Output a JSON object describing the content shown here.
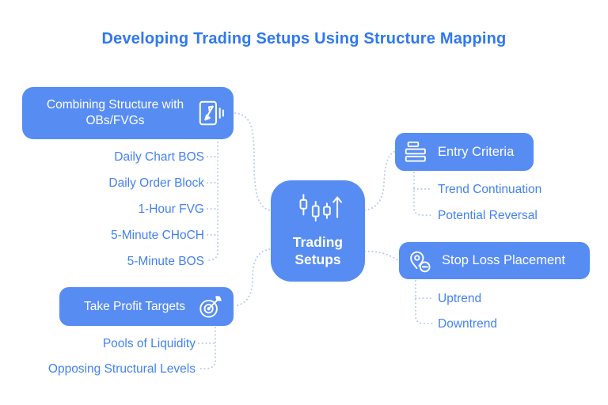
{
  "title": "Developing Trading Setups Using Structure Mapping",
  "center": {
    "label": "Trading Setups",
    "icon": "candlestick-chart-icon"
  },
  "branches": {
    "combining": {
      "label": "Combining Structure with OBs/FVGs",
      "icon": "journal-pen-icon",
      "items": [
        "Daily Chart BOS",
        "Daily Order Block",
        "1-Hour FVG",
        "5-Minute CHoCH",
        "5-Minute BOS"
      ]
    },
    "take_profit": {
      "label": "Take Profit Targets",
      "icon": "target-arrow-icon",
      "items": [
        "Pools of Liquidity",
        "Opposing Structural Levels"
      ]
    },
    "entry": {
      "label": "Entry Criteria",
      "icon": "list-bars-icon",
      "items": [
        "Trend Continuation",
        "Potential Reversal"
      ]
    },
    "stop_loss": {
      "label": "Stop Loss Placement",
      "icon": "location-pin-minus-icon",
      "items": [
        "Uptrend",
        "Downtrend"
      ]
    }
  },
  "colors": {
    "node_fill": "#578cf2",
    "node_text": "#ffffff",
    "title_text": "#2f78f0",
    "item_text": "#4381f3",
    "connector": "#b7c9f2",
    "background": "#ffffff"
  }
}
